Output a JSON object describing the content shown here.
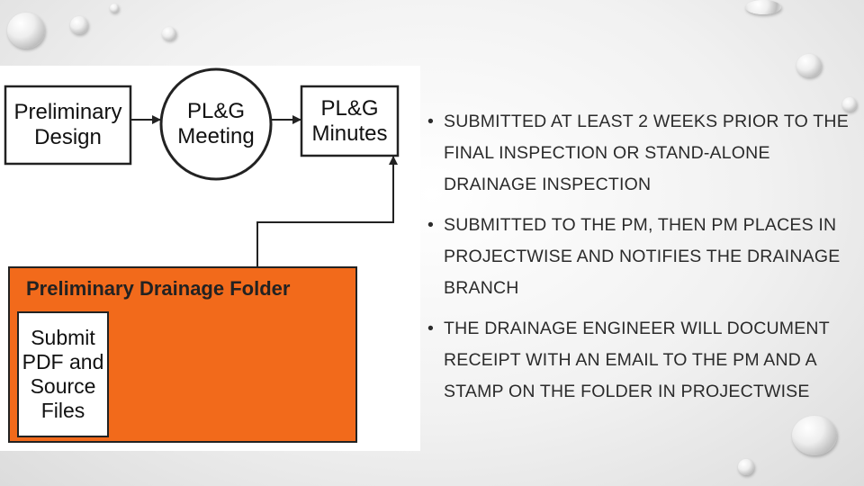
{
  "diagram": {
    "nodes": [
      {
        "id": "preliminary-design",
        "shape": "rectangle",
        "label": "Preliminary Design"
      },
      {
        "id": "plg-meeting",
        "shape": "circle",
        "label": "PL&G Meeting"
      },
      {
        "id": "plg-minutes",
        "shape": "rectangle",
        "label": "PL&G Minutes"
      }
    ],
    "edges": [
      {
        "from": "preliminary-design",
        "to": "plg-meeting"
      },
      {
        "from": "plg-meeting",
        "to": "plg-minutes"
      },
      {
        "from": "preliminary-drainage-folder",
        "to": "plg-minutes"
      }
    ],
    "folder": {
      "title": "Preliminary Drainage Folder",
      "submit": "Submit PDF and Source Files",
      "color": "#f26a1b"
    }
  },
  "bullets": [
    "SUBMITTED AT LEAST 2 WEEKS PRIOR TO THE FINAL INSPECTION OR STAND-ALONE DRAINAGE INSPECTION",
    "SUBMITTED TO THE PM, THEN PM PLACES IN PROJECTWISE AND NOTIFIES THE DRAINAGE BRANCH",
    "THE DRAINAGE ENGINEER WILL DOCUMENT RECEIPT WITH AN EMAIL TO THE PM AND A STAMP ON THE FOLDER IN PROJECTWISE"
  ]
}
